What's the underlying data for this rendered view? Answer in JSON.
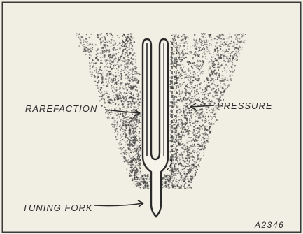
{
  "labels": {
    "rarefaction": "RAREFACTION",
    "pressure": "PRESSURE",
    "tuning_fork": "TUNING FORK",
    "figure_id": "A2346"
  },
  "colors": {
    "paper": "#f1eee4",
    "ink": "#2a2a2a",
    "border": "#3a3a3a",
    "stipple": "#3c3c3c"
  }
}
